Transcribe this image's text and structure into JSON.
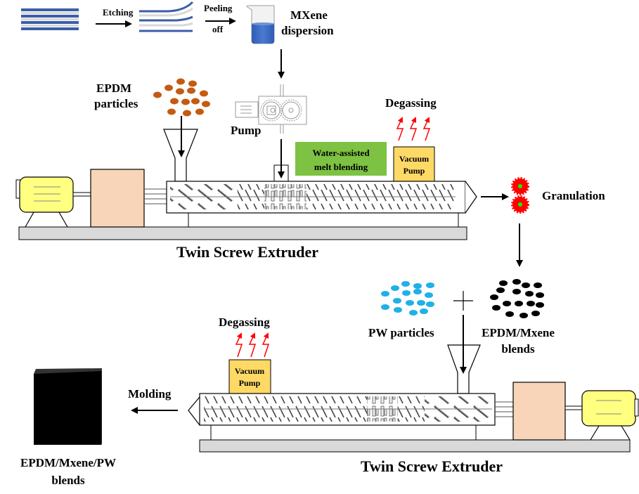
{
  "title": "Preparation process of EPDM/MXene/PW blends via twin screw extrusion",
  "colors": {
    "mxene_layer": "#3a5ea8",
    "layer_gap": "#d9d9d9",
    "dispersion": "#4472c4",
    "epdm_particle": "#c55a11",
    "pw_particle": "#1fb0e8",
    "blend_particle": "#000000",
    "motor": "#ffff80",
    "gearbox": "#f8d5b8",
    "base": "#d9d9d9",
    "water_box": "#7dc242",
    "vacuum_box": "#ffd966",
    "gas_arrow": "#ff0000",
    "granulator": "#ff0000",
    "granulator_center": "#00ff00",
    "product": "#000000"
  },
  "labels": {
    "etching": "Etching",
    "peeling_line1": "Peeling",
    "peeling_line2": "off",
    "mxene_line1": "MXene",
    "mxene_line2": "dispersion",
    "epdm_line1": "EPDM",
    "epdm_line2": "particles",
    "pump": "Pump",
    "water_line1": "Water-assisted",
    "water_line2": "melt blending",
    "degassing_top": "Degassing",
    "vacuum_top_line1": "Vacuum",
    "vacuum_top_line2": "Pump",
    "granulation": "Granulation",
    "extruder_top": "Twin Screw Extruder",
    "pw": "PW particles",
    "plus": "+",
    "blend_line1": "EPDM/Mxene",
    "blend_line2": "blends",
    "degassing_bottom": "Degassing",
    "vacuum_bottom_line1": "Vacuum",
    "vacuum_bottom_line2": "Pump",
    "molding": "Molding",
    "product_line1": "EPDM/Mxene/PW",
    "product_line2": "blends",
    "extruder_bottom": "Twin Screw Extruder"
  },
  "icons": {
    "mxene_stack": "layered-stack-icon",
    "etched_stack": "etched-layers-icon",
    "beaker": "beaker-icon",
    "gear_pump": "gear-pump-icon",
    "hopper": "hopper-funnel-icon",
    "motor": "electric-motor-icon",
    "gearbox": "gearbox-icon",
    "granulator": "granulator-gear-icon",
    "product_block": "molded-block-icon"
  }
}
